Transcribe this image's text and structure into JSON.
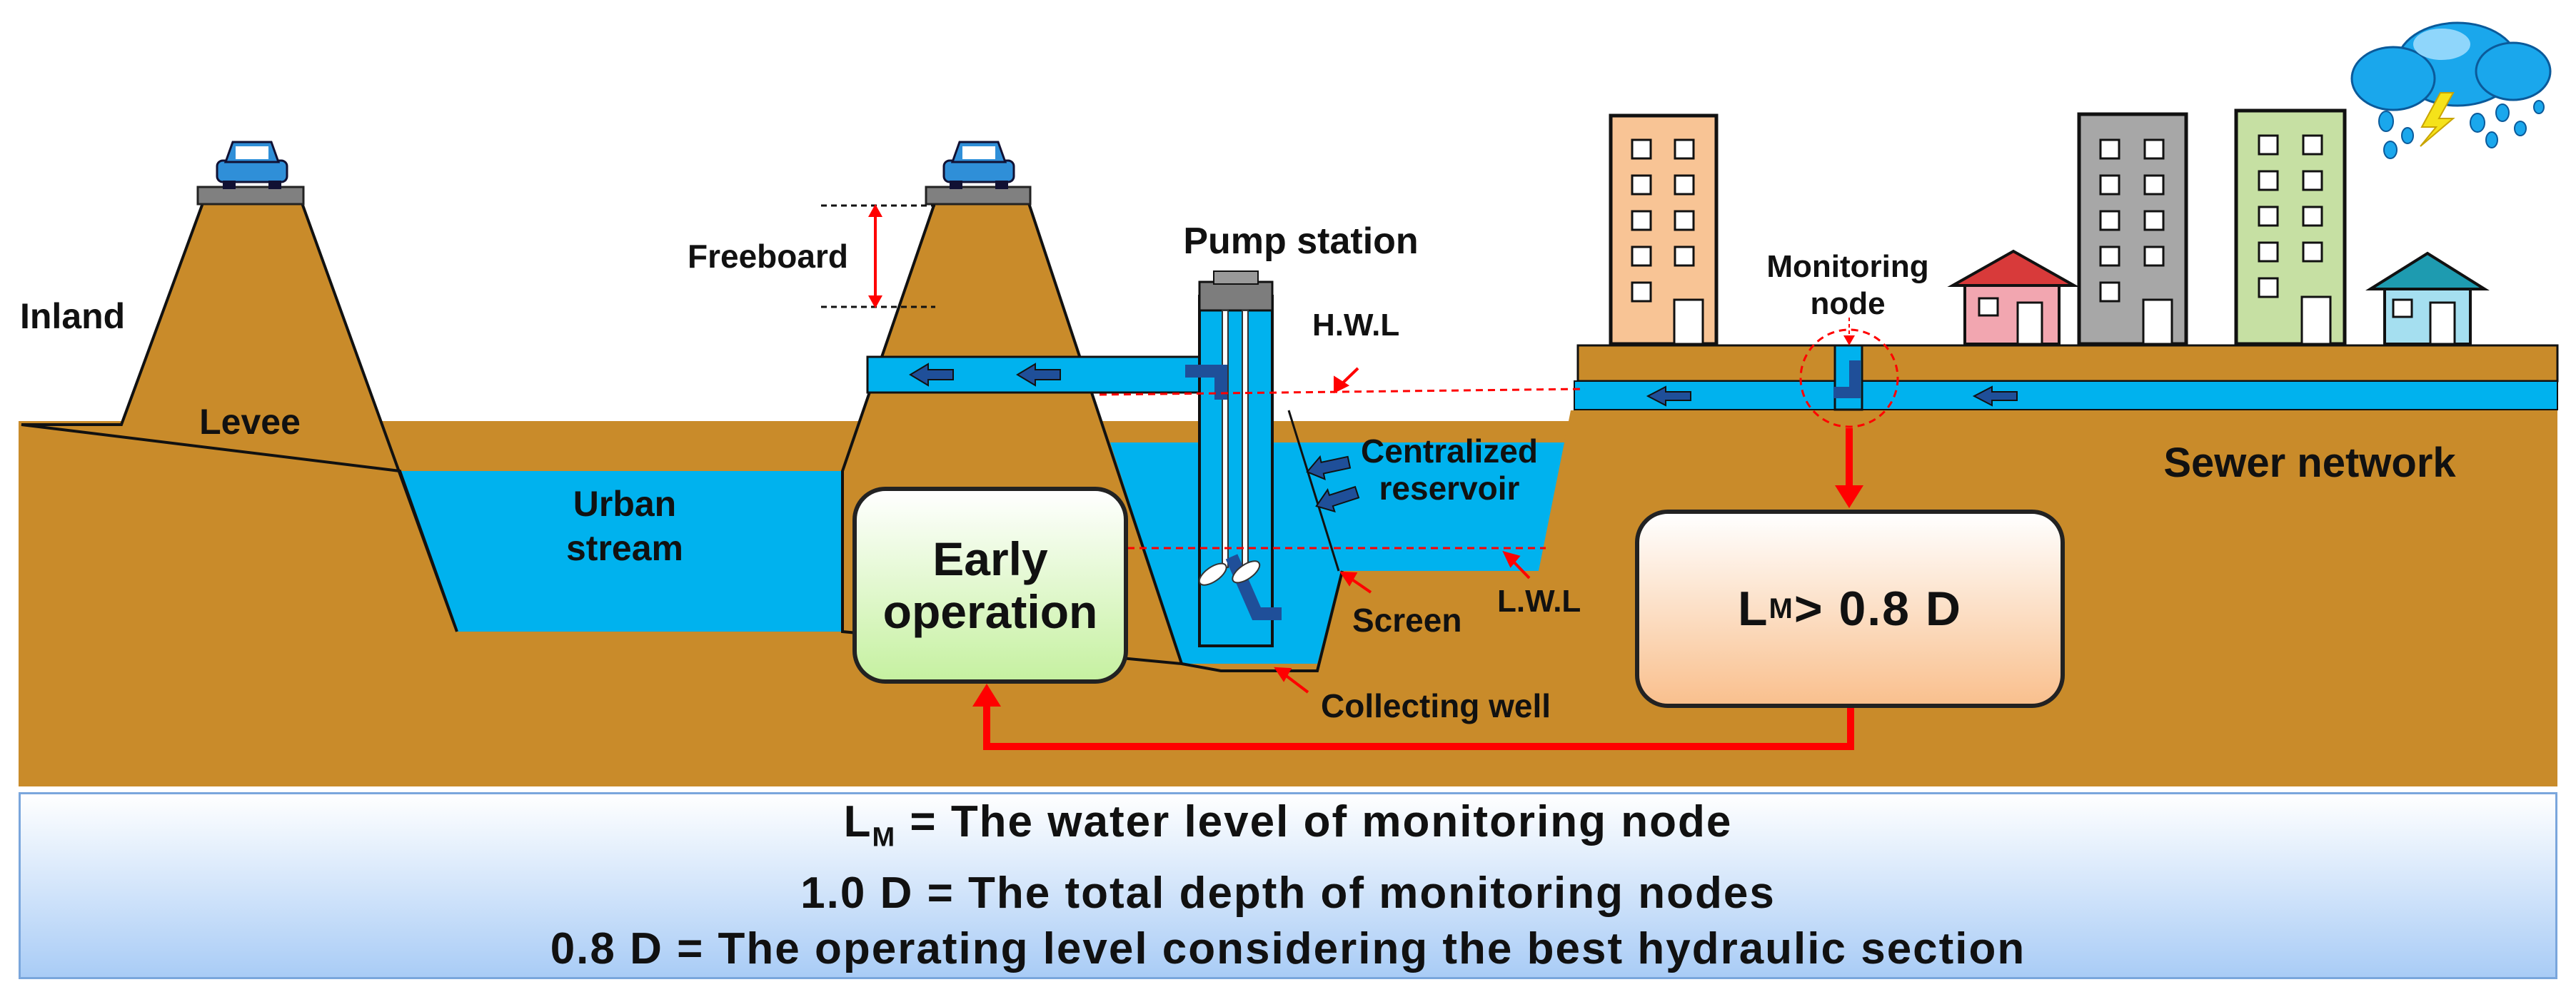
{
  "labels": {
    "inland": "Inland",
    "levee": "Levee",
    "urban_stream": [
      "Urban",
      "stream"
    ],
    "freeboard": "Freeboard",
    "pump_station": "Pump station",
    "hwl": "H.W.L",
    "centralized_reservoir": [
      "Centralized",
      "reservoir"
    ],
    "screen": "Screen",
    "lwl": "L.W.L",
    "collecting_well": "Collecting well",
    "monitoring_node": [
      "Monitoring",
      "node"
    ],
    "sewer_network": "Sewer network"
  },
  "boxes": {
    "early_operation": [
      "Early",
      "operation"
    ],
    "condition": {
      "L": "L",
      "sub": "M",
      "rest": " > 0.8 D"
    }
  },
  "legend": {
    "line1": {
      "L": "L",
      "sub": "M",
      "rest": " = The water level of monitoring node"
    },
    "line2": "1.0 D = The total depth of monitoring nodes",
    "line3": "0.8 D = The operating level considering the best hydraulic section"
  },
  "colors": {
    "ground": "#c98b2a",
    "water": "#00b2ee",
    "arrow_red": "#ff0000",
    "legend_bg_bottom": "#a9ccf6"
  }
}
